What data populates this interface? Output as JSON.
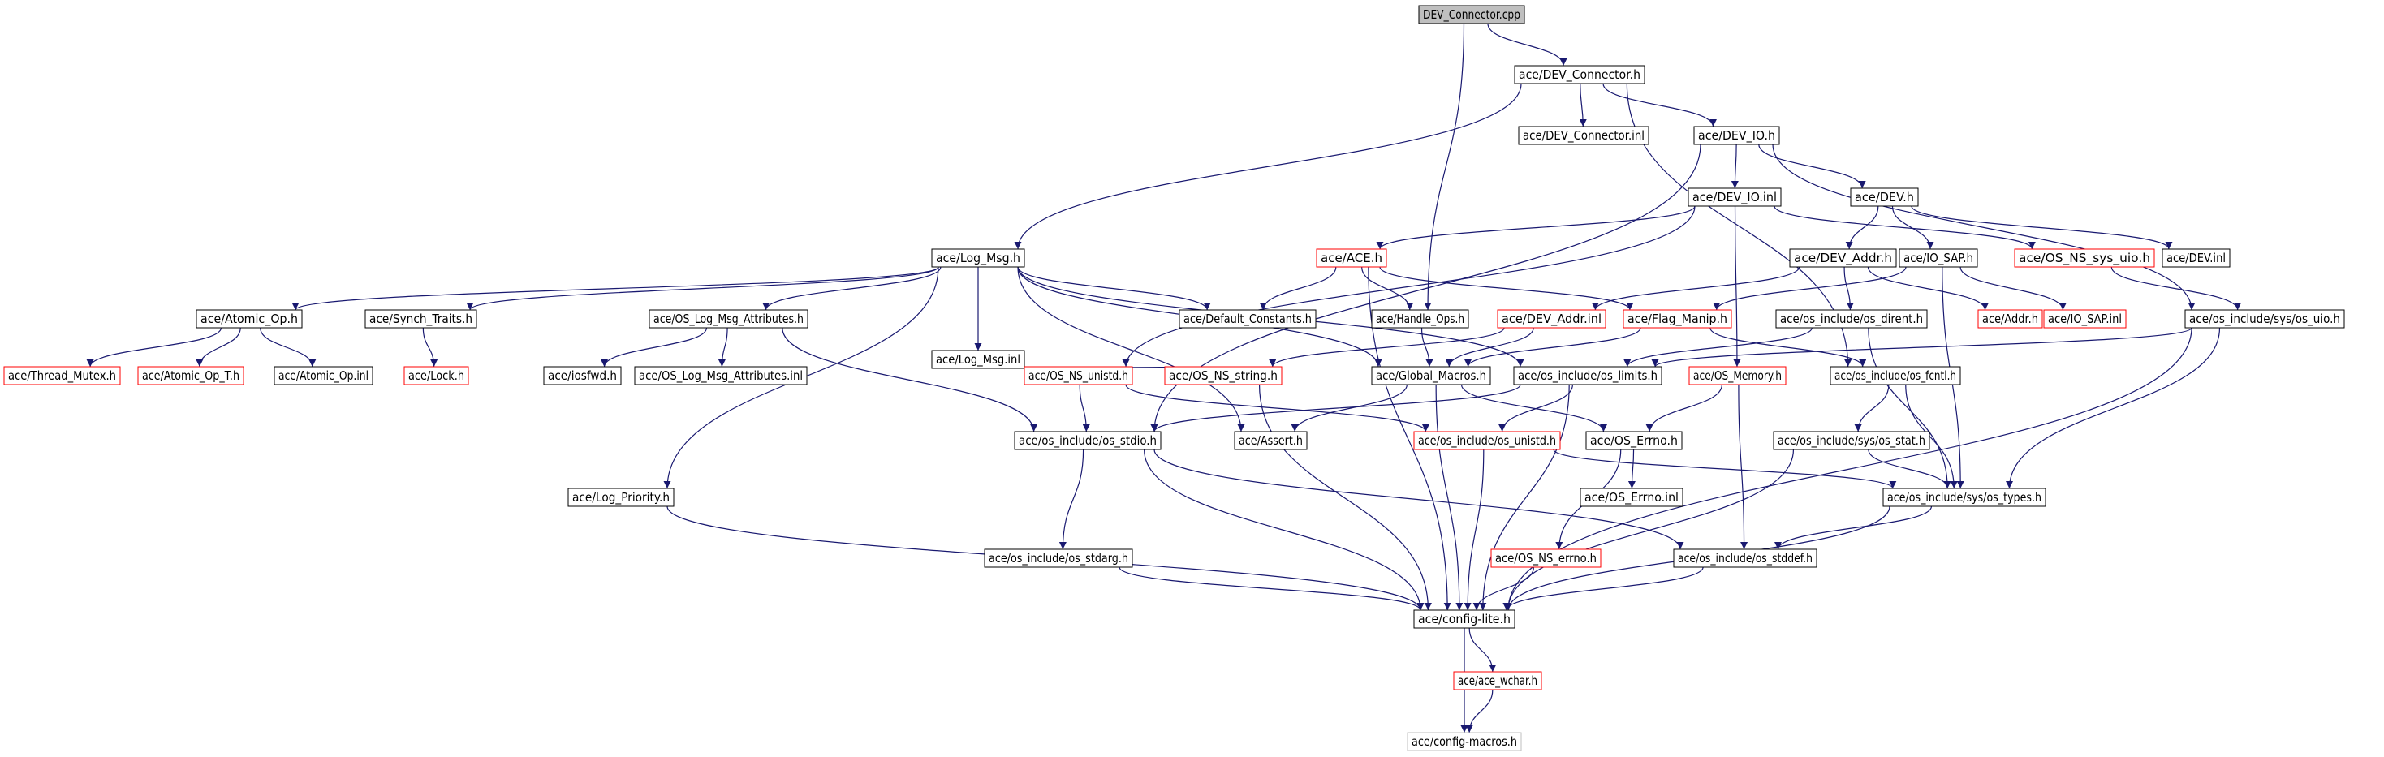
{
  "nodes": [
    {
      "id": "n0",
      "label": "DEV_Connector.cpp",
      "style": "root"
    },
    {
      "id": "n1",
      "label": "ace/DEV_Connector.h",
      "style": "normal"
    },
    {
      "id": "n2",
      "label": "ace/DEV_Connector.inl",
      "style": "normal"
    },
    {
      "id": "n3",
      "label": "ace/DEV_IO.h",
      "style": "normal"
    },
    {
      "id": "n4",
      "label": "ace/DEV_IO.inl",
      "style": "normal"
    },
    {
      "id": "n5",
      "label": "ace/DEV.h",
      "style": "normal"
    },
    {
      "id": "n6",
      "label": "ace/Log_Msg.h",
      "style": "normal"
    },
    {
      "id": "n7",
      "label": "ace/ACE.h",
      "style": "red"
    },
    {
      "id": "n8",
      "label": "ace/OS_NS_sys_uio.h",
      "style": "red"
    },
    {
      "id": "n9",
      "label": "ace/DEV.inl",
      "style": "normal"
    },
    {
      "id": "n10",
      "label": "ace/DEV_Addr.h",
      "style": "normal"
    },
    {
      "id": "n11",
      "label": "ace/IO_SAP.h",
      "style": "normal"
    },
    {
      "id": "n12",
      "label": "ace/Atomic_Op.h",
      "style": "normal"
    },
    {
      "id": "n13",
      "label": "ace/Synch_Traits.h",
      "style": "normal"
    },
    {
      "id": "n14",
      "label": "ace/OS_Log_Msg_Attributes.h",
      "style": "normal"
    },
    {
      "id": "n15",
      "label": "ace/Log_Msg.inl",
      "style": "normal"
    },
    {
      "id": "n16",
      "label": "ace/Default_Constants.h",
      "style": "normal"
    },
    {
      "id": "n17",
      "label": "ace/Handle_Ops.h",
      "style": "normal"
    },
    {
      "id": "n18",
      "label": "ace/DEV_Addr.inl",
      "style": "red"
    },
    {
      "id": "n19",
      "label": "ace/Flag_Manip.h",
      "style": "red"
    },
    {
      "id": "n20",
      "label": "ace/os_include/os_dirent.h",
      "style": "normal"
    },
    {
      "id": "n21",
      "label": "ace/Addr.h",
      "style": "red"
    },
    {
      "id": "n22",
      "label": "ace/IO_SAP.inl",
      "style": "red"
    },
    {
      "id": "n23",
      "label": "ace/os_include/sys/os_uio.h",
      "style": "normal"
    },
    {
      "id": "n24",
      "label": "ace/Thread_Mutex.h",
      "style": "red"
    },
    {
      "id": "n25",
      "label": "ace/Atomic_Op_T.h",
      "style": "red"
    },
    {
      "id": "n26",
      "label": "ace/Atomic_Op.inl",
      "style": "normal"
    },
    {
      "id": "n27",
      "label": "ace/Lock.h",
      "style": "red"
    },
    {
      "id": "n28",
      "label": "ace/iosfwd.h",
      "style": "normal"
    },
    {
      "id": "n29",
      "label": "ace/OS_Log_Msg_Attributes.inl",
      "style": "normal"
    },
    {
      "id": "n30",
      "label": "ace/OS_NS_unistd.h",
      "style": "red"
    },
    {
      "id": "n31",
      "label": "ace/OS_NS_string.h",
      "style": "red"
    },
    {
      "id": "n32",
      "label": "ace/Global_Macros.h",
      "style": "normal"
    },
    {
      "id": "n33",
      "label": "ace/os_include/os_limits.h",
      "style": "normal"
    },
    {
      "id": "n34",
      "label": "ace/OS_Memory.h",
      "style": "red"
    },
    {
      "id": "n35",
      "label": "ace/os_include/os_fcntl.h",
      "style": "normal"
    },
    {
      "id": "n36",
      "label": "ace/os_include/os_stdio.h",
      "style": "normal"
    },
    {
      "id": "n37",
      "label": "ace/Assert.h",
      "style": "normal"
    },
    {
      "id": "n38",
      "label": "ace/os_include/os_unistd.h",
      "style": "red"
    },
    {
      "id": "n39",
      "label": "ace/OS_Errno.h",
      "style": "normal"
    },
    {
      "id": "n40",
      "label": "ace/os_include/sys/os_stat.h",
      "style": "normal"
    },
    {
      "id": "n41",
      "label": "ace/Log_Priority.h",
      "style": "normal"
    },
    {
      "id": "n42",
      "label": "ace/OS_Errno.inl",
      "style": "normal"
    },
    {
      "id": "n43",
      "label": "ace/os_include/sys/os_types.h",
      "style": "normal"
    },
    {
      "id": "n44",
      "label": "ace/os_include/os_stdarg.h",
      "style": "normal"
    },
    {
      "id": "n45",
      "label": "ace/OS_NS_errno.h",
      "style": "red"
    },
    {
      "id": "n46",
      "label": "ace/os_include/os_stddef.h",
      "style": "normal"
    },
    {
      "id": "n47",
      "label": "ace/config-lite.h",
      "style": "normal"
    },
    {
      "id": "n48",
      "label": "ace/ace_wchar.h",
      "style": "red"
    },
    {
      "id": "n49",
      "label": "ace/config-macros.h",
      "style": "gray"
    }
  ],
  "edges": [
    [
      "n0",
      "n1"
    ],
    [
      "n0",
      "n17"
    ],
    [
      "n1",
      "n6"
    ],
    [
      "n1",
      "n2"
    ],
    [
      "n1",
      "n3"
    ],
    [
      "n1",
      "n35"
    ],
    [
      "n3",
      "n36"
    ],
    [
      "n3",
      "n4"
    ],
    [
      "n3",
      "n5"
    ],
    [
      "n3",
      "n23"
    ],
    [
      "n4",
      "n7"
    ],
    [
      "n4",
      "n8"
    ],
    [
      "n4",
      "n30"
    ],
    [
      "n4",
      "n34"
    ],
    [
      "n5",
      "n10"
    ],
    [
      "n5",
      "n11"
    ],
    [
      "n5",
      "n9"
    ],
    [
      "n6",
      "n12"
    ],
    [
      "n6",
      "n13"
    ],
    [
      "n6",
      "n14"
    ],
    [
      "n6",
      "n15"
    ],
    [
      "n6",
      "n16"
    ],
    [
      "n6",
      "n41"
    ],
    [
      "n6",
      "n37"
    ],
    [
      "n6",
      "n32"
    ],
    [
      "n6",
      "n33"
    ],
    [
      "n7",
      "n16"
    ],
    [
      "n7",
      "n17"
    ],
    [
      "n7",
      "n19"
    ],
    [
      "n7",
      "n47"
    ],
    [
      "n8",
      "n23"
    ],
    [
      "n10",
      "n18"
    ],
    [
      "n10",
      "n20"
    ],
    [
      "n10",
      "n21"
    ],
    [
      "n11",
      "n19"
    ],
    [
      "n11",
      "n22"
    ],
    [
      "n11",
      "n43"
    ],
    [
      "n12",
      "n24"
    ],
    [
      "n12",
      "n25"
    ],
    [
      "n12",
      "n26"
    ],
    [
      "n13",
      "n27"
    ],
    [
      "n14",
      "n28"
    ],
    [
      "n14",
      "n29"
    ],
    [
      "n14",
      "n36"
    ],
    [
      "n15",
      "n30"
    ],
    [
      "n15",
      "n31"
    ],
    [
      "n17",
      "n32"
    ],
    [
      "n18",
      "n31"
    ],
    [
      "n18",
      "n32"
    ],
    [
      "n19",
      "n32"
    ],
    [
      "n19",
      "n35"
    ],
    [
      "n20",
      "n33"
    ],
    [
      "n20",
      "n43"
    ],
    [
      "n23",
      "n33"
    ],
    [
      "n23",
      "n43"
    ],
    [
      "n23",
      "n47"
    ],
    [
      "n30",
      "n36"
    ],
    [
      "n30",
      "n38"
    ],
    [
      "n31",
      "n47"
    ],
    [
      "n32",
      "n37"
    ],
    [
      "n32",
      "n39"
    ],
    [
      "n32",
      "n47"
    ],
    [
      "n33",
      "n36"
    ],
    [
      "n33",
      "n38"
    ],
    [
      "n33",
      "n47"
    ],
    [
      "n34",
      "n39"
    ],
    [
      "n34",
      "n46"
    ],
    [
      "n35",
      "n40"
    ],
    [
      "n35",
      "n43"
    ],
    [
      "n36",
      "n44"
    ],
    [
      "n36",
      "n46"
    ],
    [
      "n36",
      "n47"
    ],
    [
      "n38",
      "n43"
    ],
    [
      "n38",
      "n47"
    ],
    [
      "n39",
      "n42"
    ],
    [
      "n39",
      "n45"
    ],
    [
      "n40",
      "n43"
    ],
    [
      "n40",
      "n47"
    ],
    [
      "n41",
      "n47"
    ],
    [
      "n43",
      "n46"
    ],
    [
      "n43",
      "n47"
    ],
    [
      "n44",
      "n47"
    ],
    [
      "n45",
      "n47"
    ],
    [
      "n46",
      "n47"
    ],
    [
      "n47",
      "n48"
    ],
    [
      "n47",
      "n49"
    ],
    [
      "n48",
      "n49"
    ]
  ],
  "colors": {
    "edge": "#191970",
    "normal_border": "#000000",
    "red_border": "#ff0000",
    "gray_border": "#bfbfbf",
    "root_fill": "#bfbfbf",
    "node_fill": "#ffffff"
  }
}
